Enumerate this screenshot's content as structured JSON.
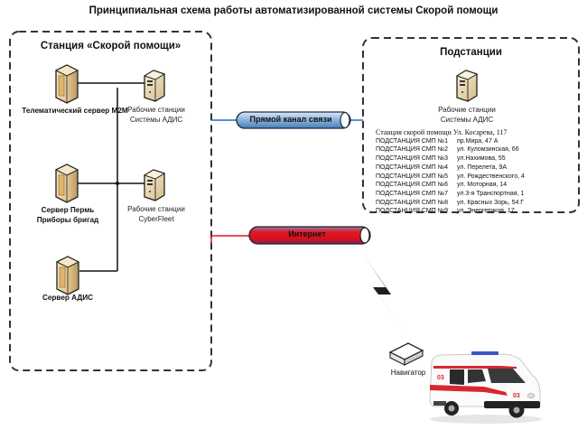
{
  "title": "Принципиальная схема работы автоматизированной системы Скорой помощи",
  "station": {
    "title": "Станция «Скорой помощи»",
    "servers": [
      {
        "label_lines": [
          "Телематический сервер M2M"
        ]
      },
      {
        "label_lines": [
          "Сервер Пермь",
          "Приборы бригад"
        ]
      },
      {
        "label_lines": [
          "Сервер АДИС"
        ]
      }
    ],
    "workstations": [
      {
        "label_lines": [
          "Рабочие станции",
          "Системы АДИС"
        ]
      },
      {
        "label_lines": [
          "Рабочие станции",
          "CyberFleet"
        ]
      }
    ]
  },
  "links": {
    "direct": {
      "label": "Прямой канал связи",
      "color": "#1f6fc0"
    },
    "internet": {
      "label": "Интернет",
      "color": "#e8101a"
    }
  },
  "substations": {
    "title": "Подстанции",
    "workstation": {
      "label_lines": [
        "Рабочие станции",
        "Системы АДИС"
      ]
    },
    "header_line": "Станция скорой помощи Ул. Косарева, 117",
    "list": [
      {
        "name": "ПОДСТАНЦИЯ СМП №1",
        "address": "пр.Мира, 47 А"
      },
      {
        "name": "ПОДСТАНЦИЯ СМП №2",
        "address": "ул. Куломзинская, 66"
      },
      {
        "name": "ПОДСТАНЦИЯ СМП №3",
        "address": "ул.Нахимова, 55"
      },
      {
        "name": "ПОДСТАНЦИЯ СМП №4",
        "address": "ул. Перелета, 9А"
      },
      {
        "name": "ПОДСТАНЦИЯ СМП №5",
        "address": "ул. Рождественского, 4"
      },
      {
        "name": "ПОДСТАНЦИЯ СМП №6",
        "address": "ул. Моторная, 14"
      },
      {
        "name": "ПОДСТАНЦИЯ СМП №7",
        "address": "ул.3-я Транспортная, 1"
      },
      {
        "name": "ПОДСТАНЦИЯ СМП №8",
        "address": "ул. Красных Зорь, 54 Г"
      },
      {
        "name": "ПОДСТАНЦИЯ СМП №9",
        "address": "ул. Энергетиков, 17"
      }
    ]
  },
  "mobile": {
    "navigator_label": "Навигатор",
    "ambulance_code": "03"
  }
}
